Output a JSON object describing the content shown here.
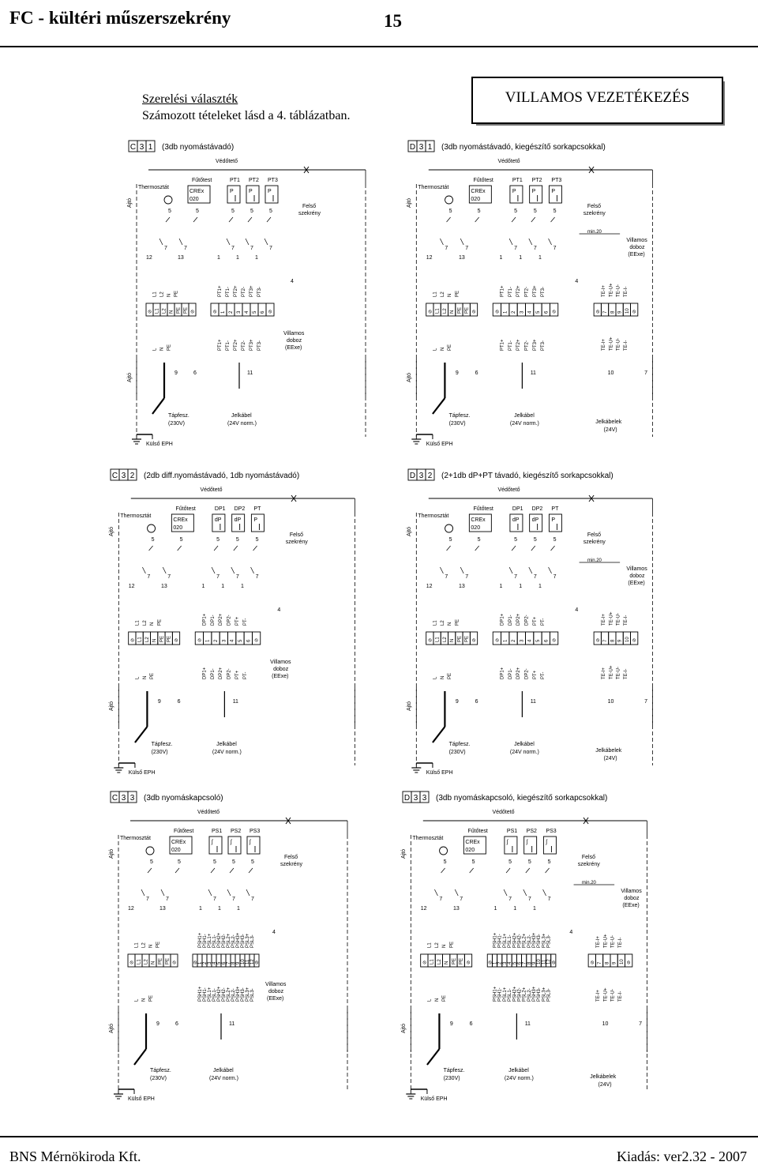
{
  "header": {
    "title": "FC - kültéri műszerszekrény",
    "page": "15"
  },
  "intro": {
    "line1": "Szerelési választék",
    "line2": "Számozott tételeket lásd a 4. táblázatban."
  },
  "main_title": "VILLAMOS VEZETÉKEZÉS",
  "footer": {
    "company": "BNS Mérnökiroda Kft.",
    "edition": "Kiadás: ver2.32 - 2007"
  },
  "common": {
    "vedoteto": "Védőtető",
    "futotest": "Fűtőtest",
    "thermosztat": "Thermosztát",
    "crex": "CREx",
    "crex_num": "020",
    "felso": "Felső",
    "szekreny": "szekrény",
    "ajto": "Ajtó",
    "tapfesz": "Tápfesz.",
    "tapfesz_v": "(230V)",
    "jelkabel": "Jelkábel",
    "jelkabel_v": "(24V norm.)",
    "jelkabelek": "Jelkábelek",
    "jelkabelek_v": "(24V)",
    "villamos": "Villamos",
    "doboz": "doboz",
    "eexe": "(EExe)",
    "kulso_eph": "Külső EPH",
    "min20": "min.20"
  },
  "panels": [
    {
      "code": "C31",
      "desc": "(3db nyomástávadó)",
      "instruments": [
        "PT1",
        "PT2",
        "PT3"
      ],
      "ext": false
    },
    {
      "code": "D31",
      "desc": "(3db nyomástávadó, kiegészítő sorkapcsokkal)",
      "instruments": [
        "PT1",
        "PT2",
        "PT3"
      ],
      "ext": true
    },
    {
      "code": "C32",
      "desc": "(2db diff.nyomástávadó, 1db nyomástávadó)",
      "instruments": [
        "DP1",
        "DP2",
        "PT"
      ],
      "ext": false
    },
    {
      "code": "D32",
      "desc": "(2+1db dP+PT távadó, kiegészítő sorkapcsokkal)",
      "instruments": [
        "DP1",
        "DP2",
        "PT"
      ],
      "ext": true
    },
    {
      "code": "C33",
      "desc": "(3db nyomáskapcsoló)",
      "instruments": [
        "PS1",
        "PS2",
        "PS3"
      ],
      "ext": false
    },
    {
      "code": "D33",
      "desc": "(3db nyomáskapcsoló, kiegészítő sorkapcsokkal)",
      "instruments": [
        "PS1",
        "PS2",
        "PS3"
      ],
      "ext": true
    }
  ],
  "terminals": {
    "power_bot": [
      "L1",
      "L2",
      "N",
      "PE"
    ],
    "power_top": [
      "L",
      "N",
      "PE"
    ],
    "pt": [
      "PT1+",
      "PT1-",
      "PT2+",
      "PT2-",
      "PT3+",
      "PT3-"
    ],
    "dp": [
      "DP1+",
      "DP1-",
      "DP2+",
      "DP2-",
      "PT+",
      "PT-"
    ],
    "ps": [
      "PSH1+",
      "PSH1-",
      "PSL1+",
      "PSL1-",
      "PSH2+",
      "PSH2-",
      "PSL2+",
      "PSL2-",
      "PSH3+",
      "PSH3-",
      "PSL3+",
      "PSL3-"
    ],
    "te": [
      "TE-I+",
      "TE-U+",
      "TE-U-",
      "TE-I-"
    ]
  },
  "numbers": {
    "n5": "5",
    "n7": "7",
    "n12": "12",
    "n13": "13",
    "n1": "1",
    "n2": "2",
    "n4": "4",
    "n9": "9",
    "n6": "6",
    "n11": "11",
    "n10": "10"
  }
}
